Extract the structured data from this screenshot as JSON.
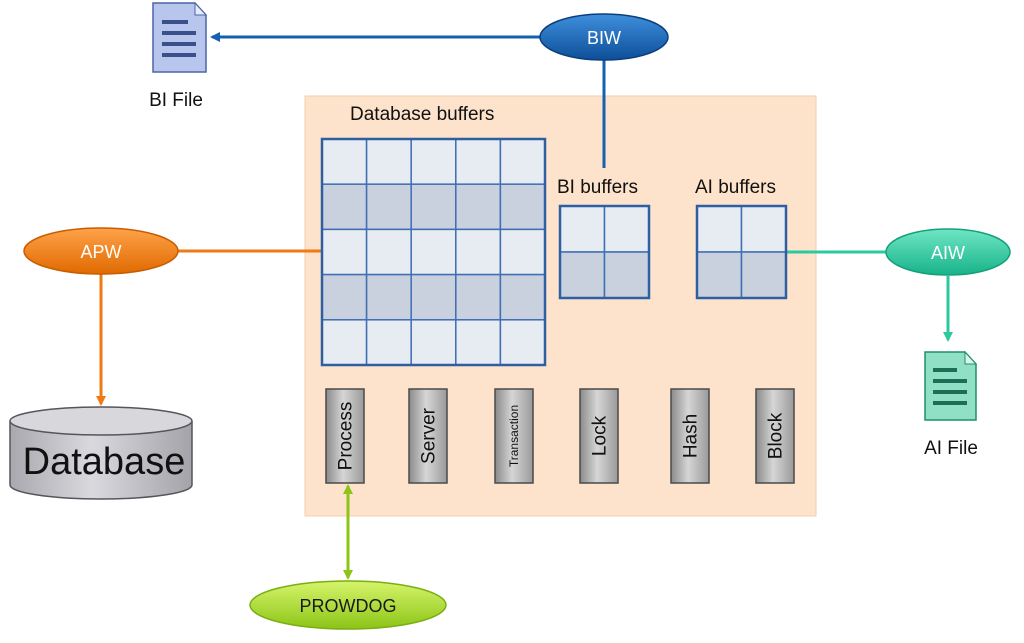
{
  "diagram": {
    "shared_memory_panel": {
      "color": "#fde3cc"
    },
    "database_buffers": {
      "label": "Database buffers",
      "rows": 5,
      "cols": 5
    },
    "bi_buffers": {
      "label": "BI buffers",
      "rows": 2,
      "cols": 2
    },
    "ai_buffers": {
      "label": "AI buffers",
      "rows": 2,
      "cols": 2
    },
    "structures": [
      "Process",
      "Server",
      "Transaction",
      "Lock",
      "Hash",
      "Block"
    ],
    "processes": {
      "biw": {
        "label": "BIW",
        "color": "#1560b0"
      },
      "apw": {
        "label": "APW",
        "color": "#f07a12"
      },
      "aiw": {
        "label": "AIW",
        "color": "#2cc9a0"
      },
      "prowdog": {
        "label": "PROWDOG",
        "color": "#9ed42a"
      }
    },
    "files": {
      "bi_file": {
        "label": "BI File",
        "icon": "document-icon",
        "color": "#b8c6ee"
      },
      "ai_file": {
        "label": "AI File",
        "icon": "document-icon",
        "color": "#8fe0c4"
      }
    },
    "database": {
      "label": "Database",
      "icon": "cylinder-icon"
    }
  }
}
